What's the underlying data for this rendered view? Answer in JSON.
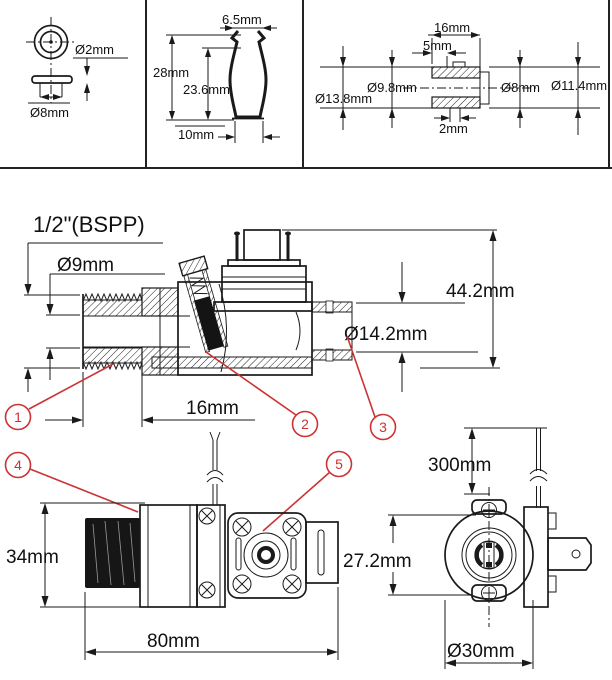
{
  "colors": {
    "ink": "#1a1a1a",
    "red": "#cc3333",
    "bg": "#ffffff"
  },
  "top_panels": {
    "washer": {
      "thickness": "Ø2mm",
      "stem_dia": "Ø8mm"
    },
    "insert": {
      "top_width": "6.5mm",
      "height": "28mm",
      "inner_height": "23.6mm",
      "base_width": "10mm"
    },
    "bushing": {
      "length": "16mm",
      "step_len": "5mm",
      "mid_dia": "Ø9.8mm",
      "flange_dia": "Ø13.8mm",
      "bore_dia": "Ø8mm",
      "end_dia": "Ø11.4mm",
      "pin_width": "2mm"
    }
  },
  "section_view": {
    "thread_spec": "1/2\"(BSPP)",
    "bore_dia": "Ø9mm",
    "body_height": "44.2mm",
    "outlet_dia": "Ø14.2mm",
    "thread_length": "16mm"
  },
  "callouts": {
    "c1": "1",
    "c2": "2",
    "c3": "3",
    "c4": "4",
    "c5": "5"
  },
  "side_view": {
    "coil_height": "34mm",
    "overall_length": "80mm"
  },
  "front_view": {
    "wire_length": "300mm",
    "port_height": "27.2mm",
    "coil_dia": "Ø30mm"
  }
}
